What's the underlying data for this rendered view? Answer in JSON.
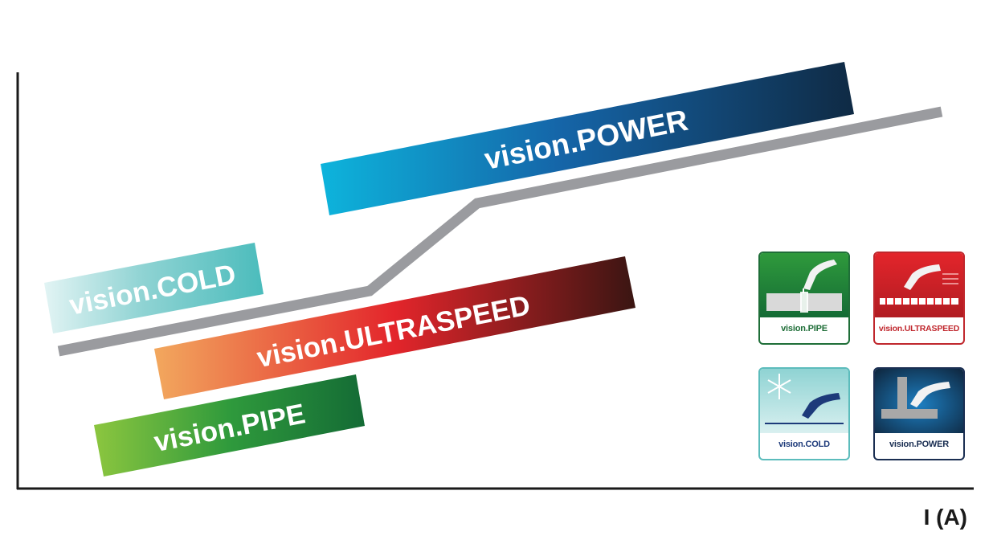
{
  "bands": {
    "power": "vision.POWER",
    "cold": "vision.COLD",
    "ultraspeed": "vision.ULTRASPEED",
    "pipe": "vision.PIPE"
  },
  "axis": {
    "x_label": "I (A)"
  },
  "icons": {
    "pipe": "vision.PIPE",
    "ultraspeed": "vision.ULTRASPEED",
    "cold": "vision.COLD",
    "power": "vision.POWER"
  },
  "colors": {
    "pipe": "#1f6e38",
    "ultraspeed": "#c0272d",
    "cold": "#5cbcbc",
    "power": "#1a2e52",
    "trend_line": "#9a9b9f",
    "axis": "#1a1a1a"
  }
}
